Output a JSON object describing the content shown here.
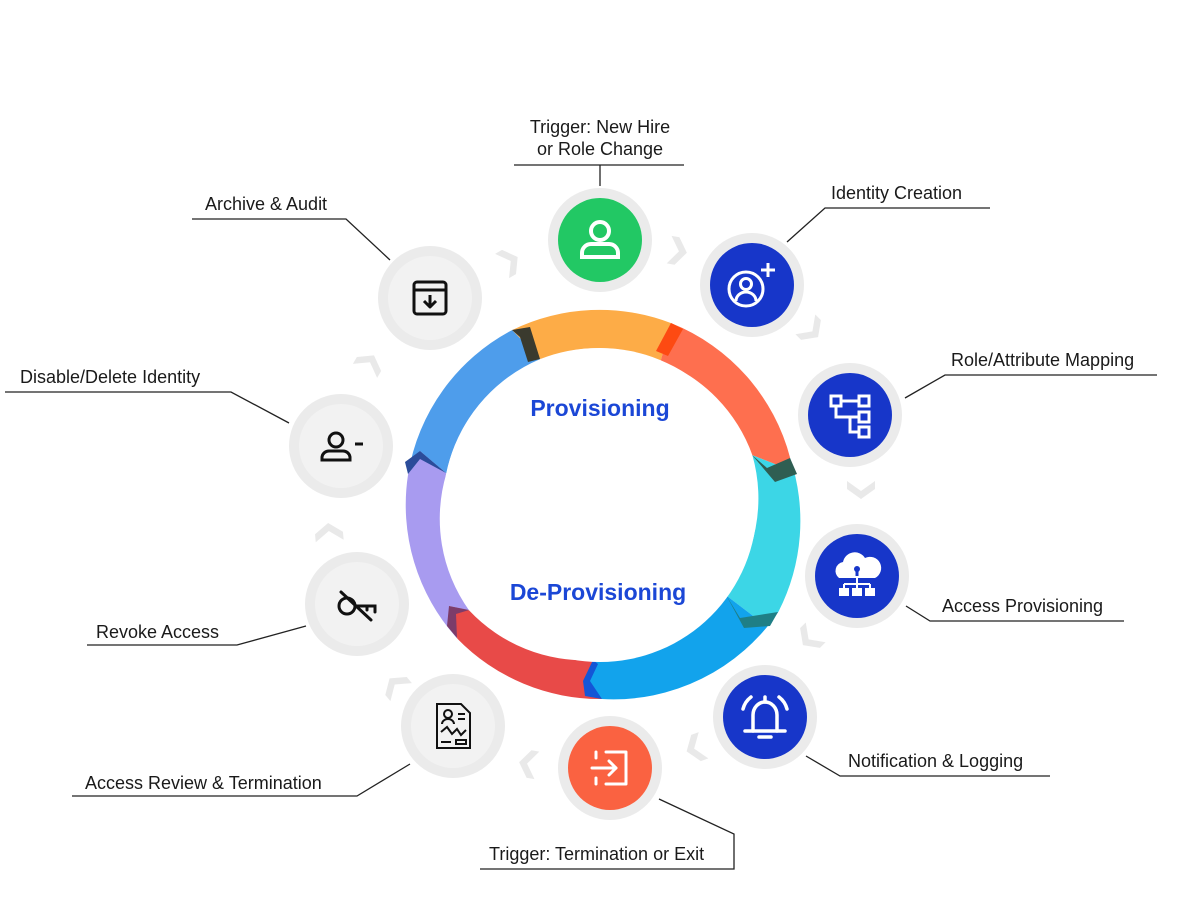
{
  "center": {
    "top_label": "Provisioning",
    "bottom_label": "De-Provisioning"
  },
  "steps": [
    {
      "id": "trigger-new-hire",
      "line1": "Trigger: New Hire",
      "line2": "or Role Change",
      "icon": "user-icon",
      "color": "#22c864"
    },
    {
      "id": "identity-creation",
      "line1": "Identity Creation",
      "icon": "user-add-icon",
      "color": "#1736c9"
    },
    {
      "id": "role-attribute-mapping",
      "line1": "Role/Attribute Mapping",
      "icon": "hierarchy-icon",
      "color": "#1736c9"
    },
    {
      "id": "access-provisioning",
      "line1": "Access Provisioning",
      "icon": "cloud-network-icon",
      "color": "#1736c9"
    },
    {
      "id": "notification-logging",
      "line1": "Notification & Logging",
      "icon": "bell-icon",
      "color": "#1736c9"
    },
    {
      "id": "trigger-termination",
      "line1": "Trigger: Termination or Exit",
      "icon": "exit-icon",
      "color": "#fa6241"
    },
    {
      "id": "access-review-termination",
      "line1": "Access Review & Termination",
      "icon": "document-icon",
      "color": "#f2f2f2"
    },
    {
      "id": "revoke-access",
      "line1": "Revoke Access",
      "icon": "eye-off-icon",
      "color": "#f2f2f2"
    },
    {
      "id": "disable-delete-identity",
      "line1": "Disable/Delete Identity",
      "icon": "user-remove-icon",
      "color": "#f2f2f2"
    },
    {
      "id": "archive-audit",
      "line1": "Archive & Audit",
      "icon": "archive-icon",
      "color": "#f2f2f2"
    }
  ],
  "ring_colors": [
    "#fdac47",
    "#fe6f4f",
    "#3cd6e6",
    "#12a3ec",
    "#e84a48",
    "#a89bf0",
    "#4e9deb"
  ]
}
